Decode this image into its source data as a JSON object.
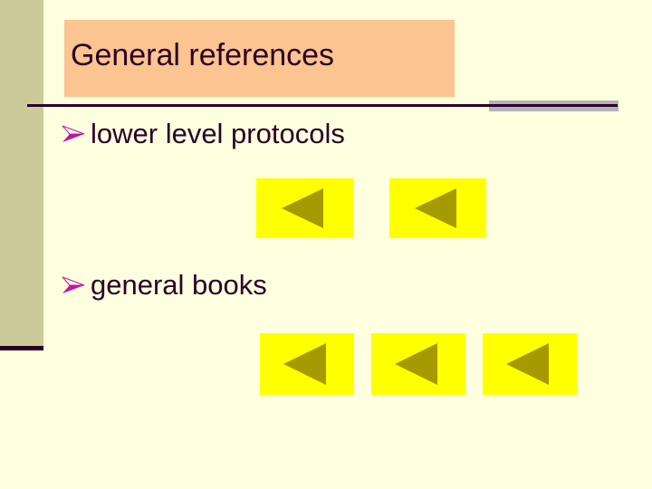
{
  "slide": {
    "background_color": "#fdffdf",
    "accent_band_color": "#cbcb99",
    "accent_band_foot_color": "#2b0026",
    "title_plate_color": "#fbc490",
    "text_color": "#2b0026",
    "bullet_glyph_color": "#c0159b",
    "rule_color": "#2b0026",
    "rule_shadow_color": "#b3b3bb",
    "placeholder_fill_color": "#ffff00",
    "placeholder_glyph_color": "#a59a00"
  },
  "title": {
    "text": "General references"
  },
  "bullets": [
    {
      "marker": "wingdings-arrow-dart",
      "label": "lower level protocols",
      "placeholders": [
        {
          "name": "broken-image-placeholder",
          "glyph": "left-triangle"
        },
        {
          "name": "broken-image-placeholder",
          "glyph": "left-triangle"
        }
      ]
    },
    {
      "marker": "wingdings-arrow-dart",
      "label": "general books",
      "placeholders": [
        {
          "name": "broken-image-placeholder",
          "glyph": "left-triangle"
        },
        {
          "name": "broken-image-placeholder",
          "glyph": "left-triangle"
        },
        {
          "name": "broken-image-placeholder",
          "glyph": "left-triangle"
        }
      ]
    }
  ]
}
